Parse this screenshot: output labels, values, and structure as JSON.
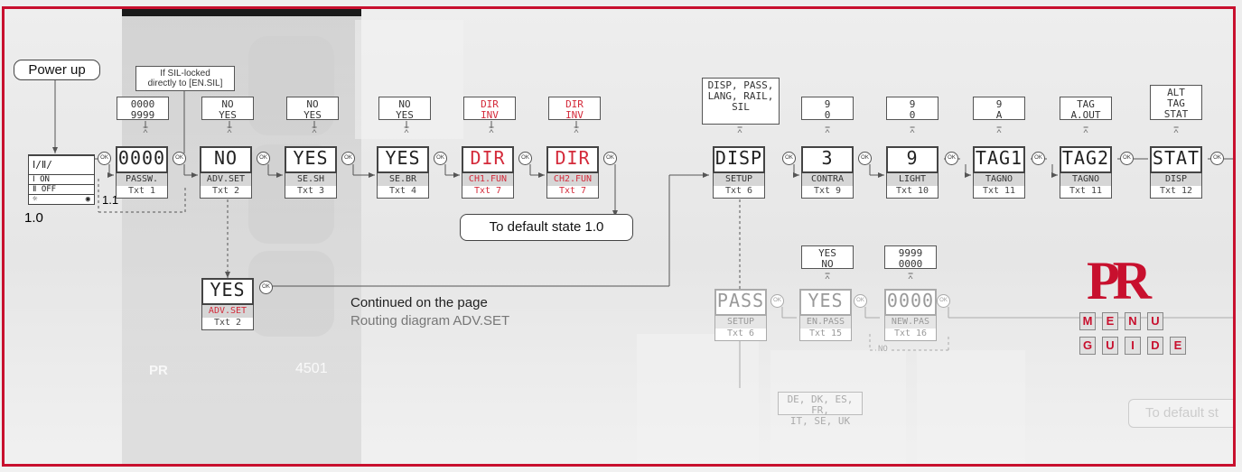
{
  "power": {
    "label": "Power up",
    "state_id": "1.0",
    "substate_id": "1.1",
    "row1": "Ⅰ∕Ⅱ∕",
    "row2": "Ⅰ ON",
    "row3": "Ⅱ OFF",
    "row4": "☼"
  },
  "sil_note": {
    "line1": "If SIL-locked",
    "line2": "directly to [EN.SIL]"
  },
  "ok_label": "OK",
  "screens": [
    {
      "value": "0000",
      "function": "PASSW.",
      "text": "Txt 1",
      "options": [
        "0000",
        "9999"
      ]
    },
    {
      "value": "NO",
      "function": "ADV.SET",
      "text": "Txt 2",
      "options": [
        "NO",
        "YES"
      ]
    },
    {
      "value": "YES",
      "function": "SE.SH",
      "text": "Txt 3",
      "options": [
        "NO",
        "YES"
      ]
    },
    {
      "value": "YES",
      "function": "SE.BR",
      "text": "Txt 4",
      "options": [
        "NO",
        "YES"
      ]
    },
    {
      "value": "DIR",
      "function": "CH1.FUN",
      "text": "Txt 7",
      "options": [
        "DIR",
        "INV"
      ]
    },
    {
      "value": "DIR",
      "function": "CH2.FUN",
      "text": "Txt 7",
      "options": [
        "DIR",
        "INV"
      ]
    }
  ],
  "adv_screen": {
    "value": "YES",
    "function": "ADV.SET",
    "text": "Txt 2"
  },
  "default_state_button": "To default state 1.0",
  "continued": {
    "line1": "Continued on the page",
    "line2": "Routing diagram ADV.SET"
  },
  "setup_screens": [
    {
      "value": "DISP",
      "function": "SETUP",
      "text": "Txt 6",
      "options": [
        "DISP, PASS,",
        "LANG, RAIL,",
        "SIL"
      ]
    },
    {
      "value": "3",
      "function": "CONTRA",
      "text": "Txt 9",
      "options": [
        "9",
        "0"
      ]
    },
    {
      "value": "9",
      "function": "LIGHT",
      "text": "Txt 10",
      "options": [
        "9",
        "0"
      ]
    },
    {
      "value": "TAG1",
      "function": "TAGNO",
      "text": "Txt 11",
      "options": [
        "9",
        "A"
      ]
    },
    {
      "value": "TAG2",
      "function": "TAGNO",
      "text": "Txt 11",
      "options": [
        "TAG",
        "A.OUT"
      ]
    },
    {
      "value": "STAT",
      "function": "DISP",
      "text": "Txt 12",
      "options": [
        "ALT",
        "TAG",
        "STAT"
      ]
    }
  ],
  "pass_screens": [
    {
      "value": "PASS",
      "function": "SETUP",
      "text": "Txt 6"
    },
    {
      "value": "YES",
      "function": "EN.PASS",
      "text": "Txt 15",
      "options": [
        "YES",
        "NO"
      ]
    },
    {
      "value": "0000",
      "function": "NEW.PAS",
      "text": "Txt 16",
      "options": [
        "9999",
        "0000"
      ]
    }
  ],
  "no_label": "NO",
  "lang_box": {
    "line1": "DE, DK, ES, FR,",
    "line2": "IT, SE, UK"
  },
  "device_brand": "PR",
  "device_model": "4501",
  "logo": {
    "brand": "PR",
    "row1": [
      "M",
      "E",
      "N",
      "U"
    ],
    "row2": [
      "G",
      "U",
      "I",
      "D",
      "E"
    ]
  },
  "faded_button": "To default st",
  "colors": {
    "frame": "#c8102e",
    "red_text": "#d42a3a",
    "logo": "#c8102e"
  }
}
